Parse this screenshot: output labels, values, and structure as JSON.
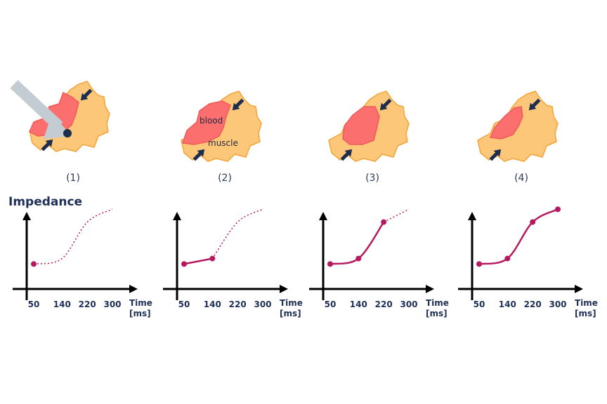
{
  "section_title": "Impedance",
  "tissue_labels": {
    "blood": "blood",
    "muscle": "muscle"
  },
  "axis": {
    "x_title": "Time",
    "x_unit": "[ms]"
  },
  "colors": {
    "muscle": "#fdc77a",
    "muscle_edge": "#f3a437",
    "blood": "#fb6f6f",
    "blood_edge": "#f05a5a",
    "arrow": "#1d2d4d",
    "probe": "#c4ccd3",
    "curve": "#b5195f",
    "axis": "#000000"
  },
  "panels": [
    {
      "caption": "(1)",
      "has_probe": true
    },
    {
      "caption": "(2)",
      "has_probe": false
    },
    {
      "caption": "(3)",
      "has_probe": false
    },
    {
      "caption": "(4)",
      "has_probe": false
    }
  ],
  "chart_data": {
    "type": "line",
    "ylabel": "Impedance",
    "xlabel": "Time [ms]",
    "x_ticks": [
      "50",
      "140",
      "220",
      "300"
    ],
    "curve": {
      "x": [
        50,
        140,
        220,
        300
      ],
      "y": [
        0.12,
        0.18,
        0.58,
        0.72
      ]
    },
    "panels": [
      {
        "solid_points": [
          50
        ]
      },
      {
        "solid_points": [
          50,
          140
        ]
      },
      {
        "solid_points": [
          50,
          140,
          220
        ]
      },
      {
        "solid_points": [
          50,
          140,
          220,
          300
        ]
      }
    ]
  }
}
